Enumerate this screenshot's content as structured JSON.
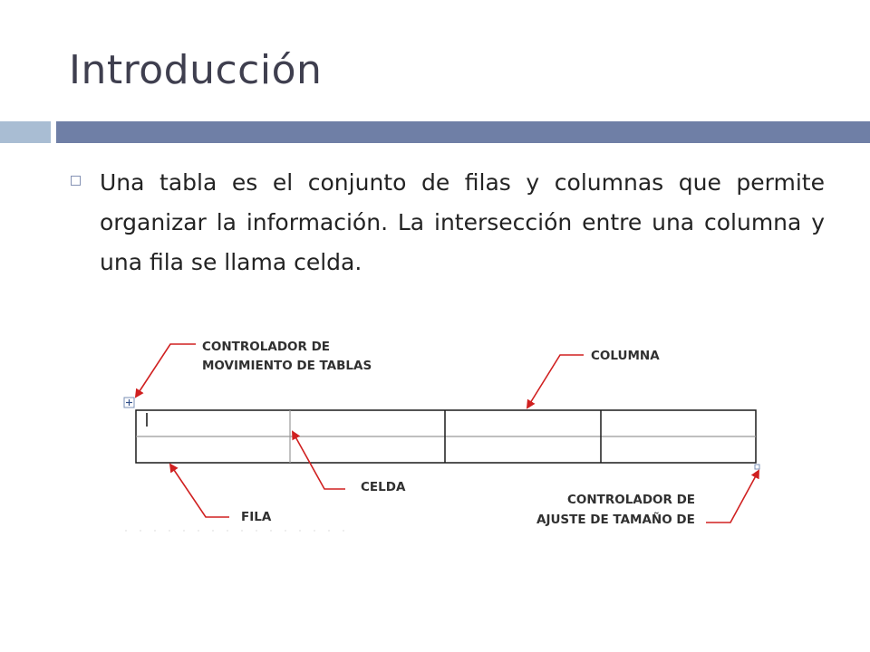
{
  "slide": {
    "title": "Introducción",
    "body": "Una tabla es el conjunto de filas y columnas que permite organizar la información. La intersección entre una columna y una fila se llama celda."
  },
  "diagram": {
    "labels": {
      "move_handle_line1": "CONTROLADOR DE",
      "move_handle_line2": "MOVIMIENTO DE TABLAS",
      "column": "COLUMNA",
      "cell": "CELDA",
      "row": "FILA",
      "resize_handle_line1": "CONTROLADOR DE",
      "resize_handle_line2": "AJUSTE DE TAMAÑO DE"
    },
    "table": {
      "rows": 2,
      "columns": 4
    },
    "arrow_color": "#d02020"
  }
}
